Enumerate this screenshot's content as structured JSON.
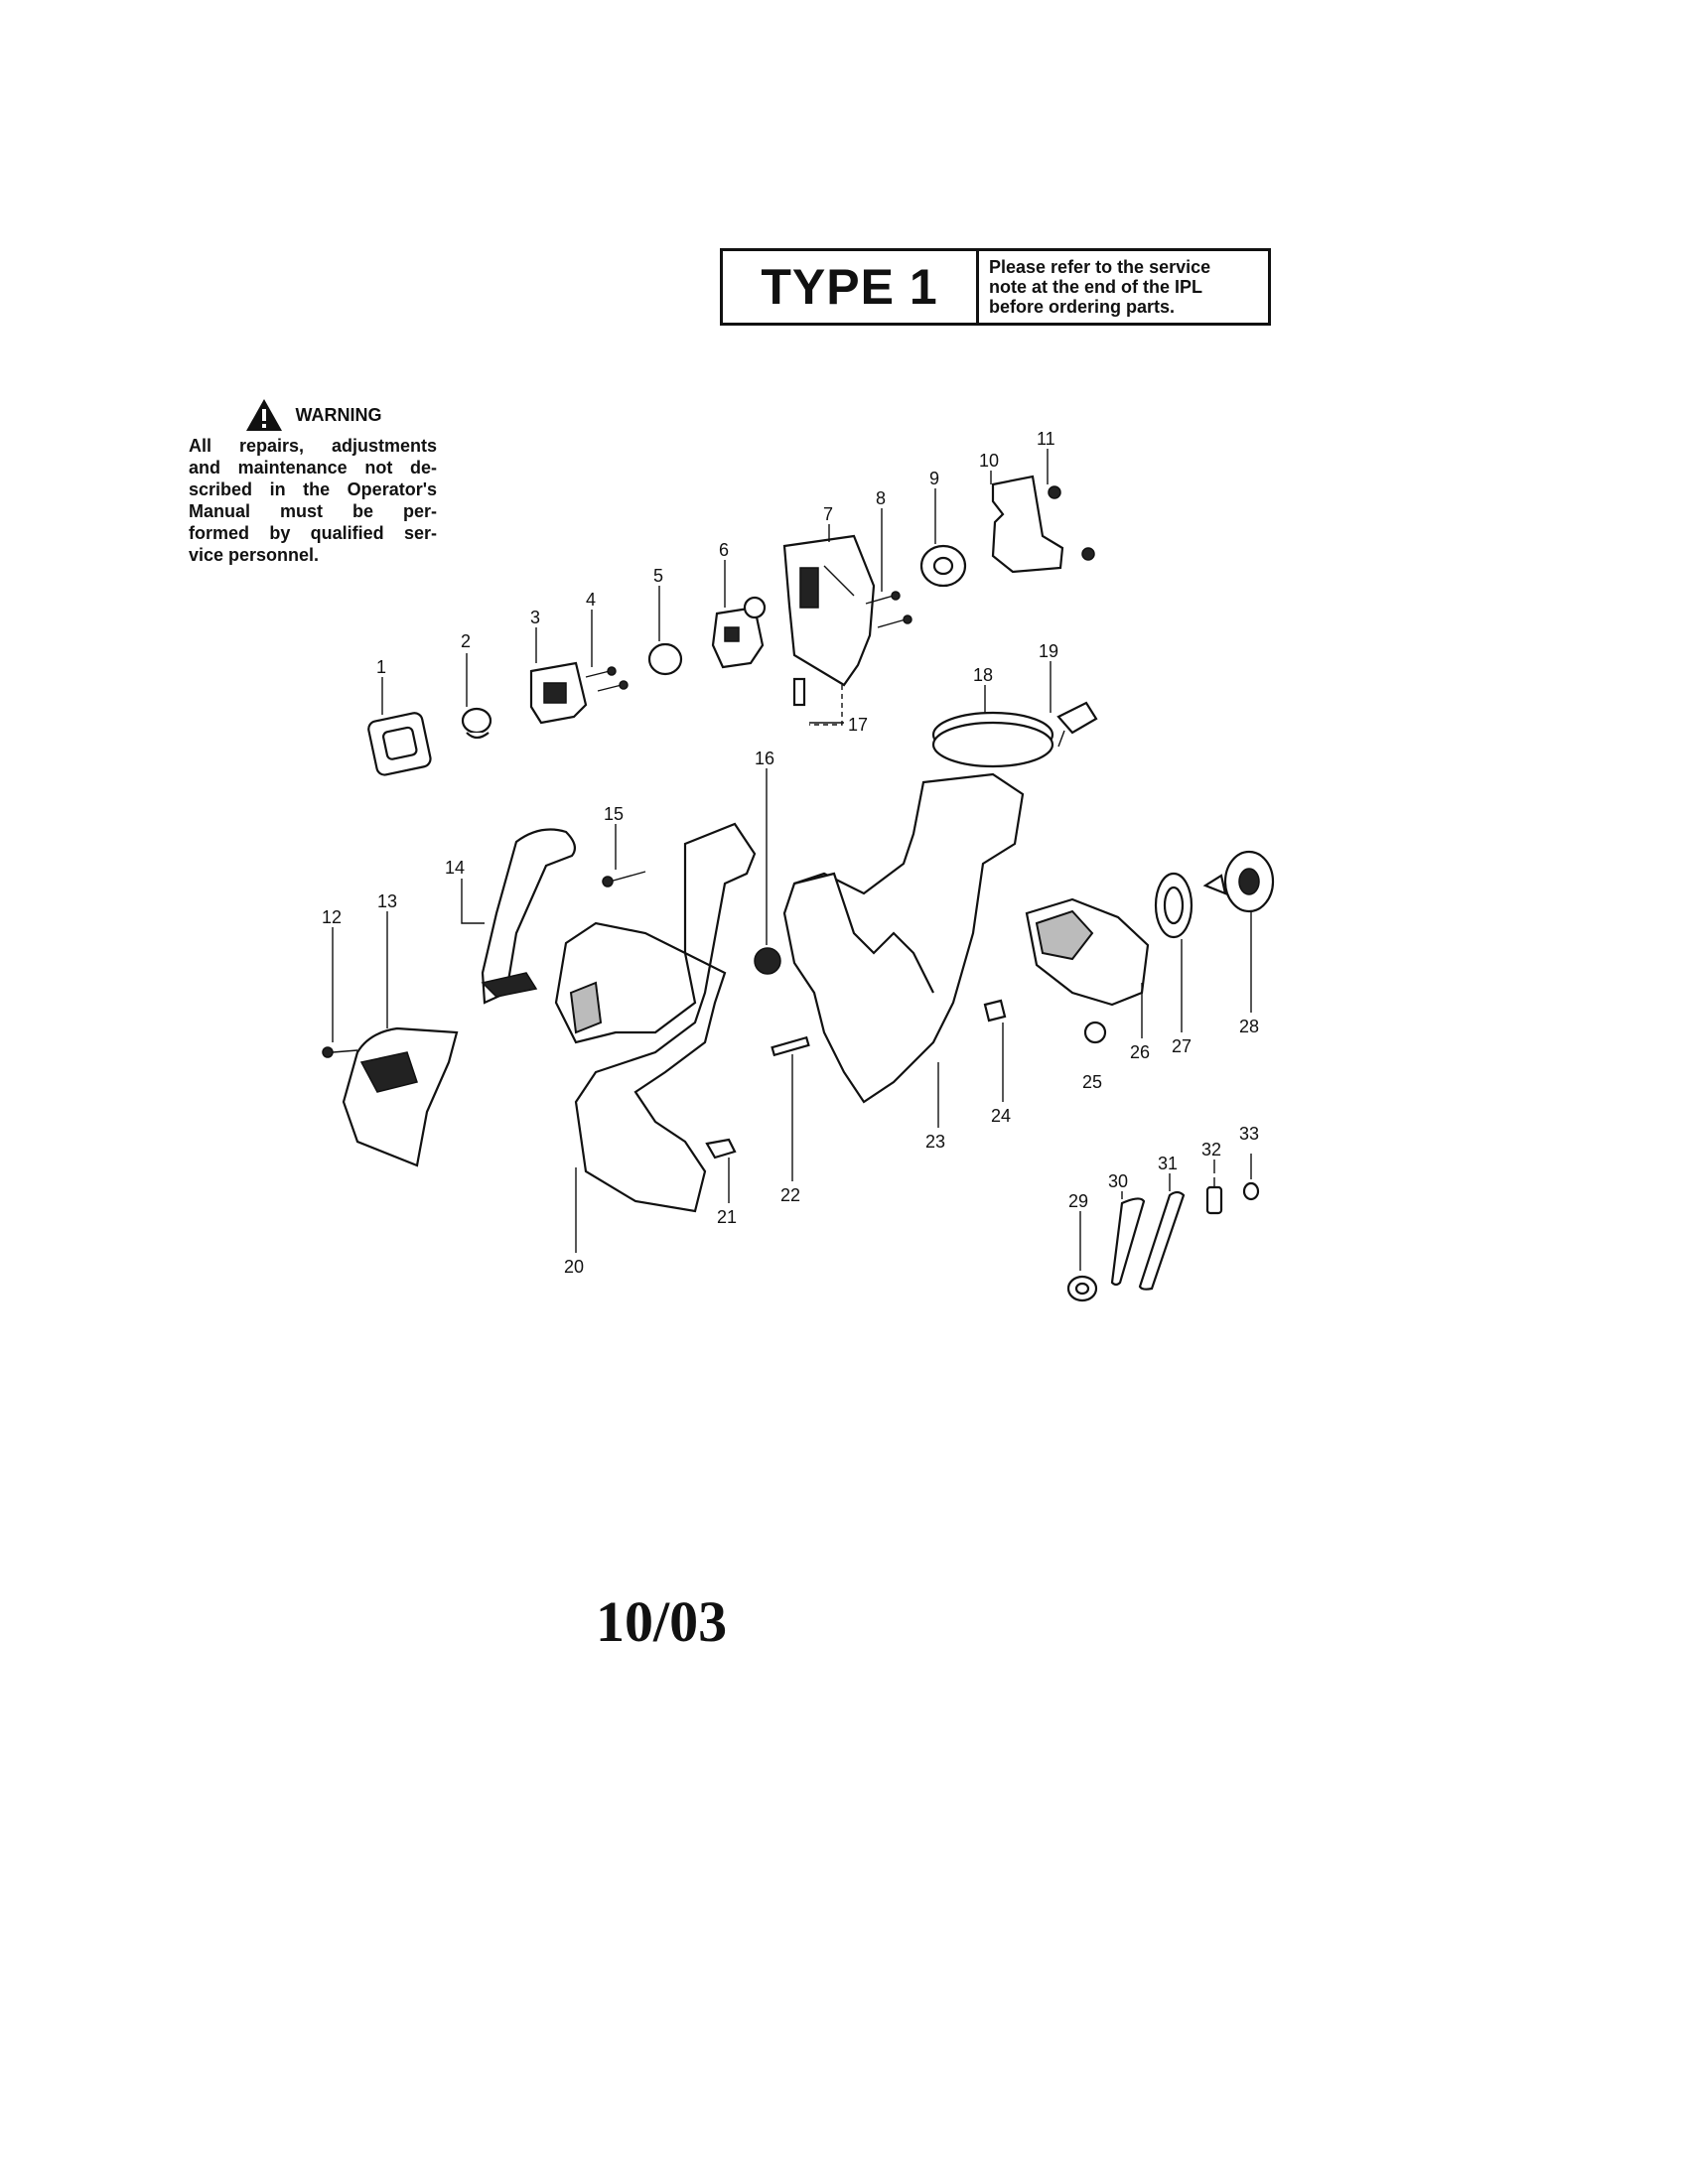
{
  "header": {
    "type_label": "TYPE 1",
    "note_lines": [
      "Please refer to the service",
      "note at the end of the IPL",
      "before ordering parts."
    ]
  },
  "warning": {
    "title": "WARNING",
    "lines": [
      "All repairs, adjustments",
      "and maintenance not de-",
      "scribed in the Operator's",
      "Manual must be per-",
      "formed by qualified ser-",
      "vice personnel."
    ]
  },
  "callouts": {
    "c1": "1",
    "c2": "2",
    "c3": "3",
    "c4": "4",
    "c5": "5",
    "c6": "6",
    "c7": "7",
    "c8": "8",
    "c9": "9",
    "c10": "10",
    "c11": "11",
    "c12": "12",
    "c13": "13",
    "c14": "14",
    "c15": "15",
    "c16": "16",
    "c17": "17",
    "c18": "18",
    "c19": "19",
    "c20": "20",
    "c21": "21",
    "c22": "22",
    "c23": "23",
    "c24": "24",
    "c25": "25",
    "c26": "26",
    "c27": "27",
    "c28": "28",
    "c29": "29",
    "c30": "30",
    "c31": "31",
    "c32": "32",
    "c33": "33"
  },
  "footer": {
    "date_code": "10/03"
  }
}
